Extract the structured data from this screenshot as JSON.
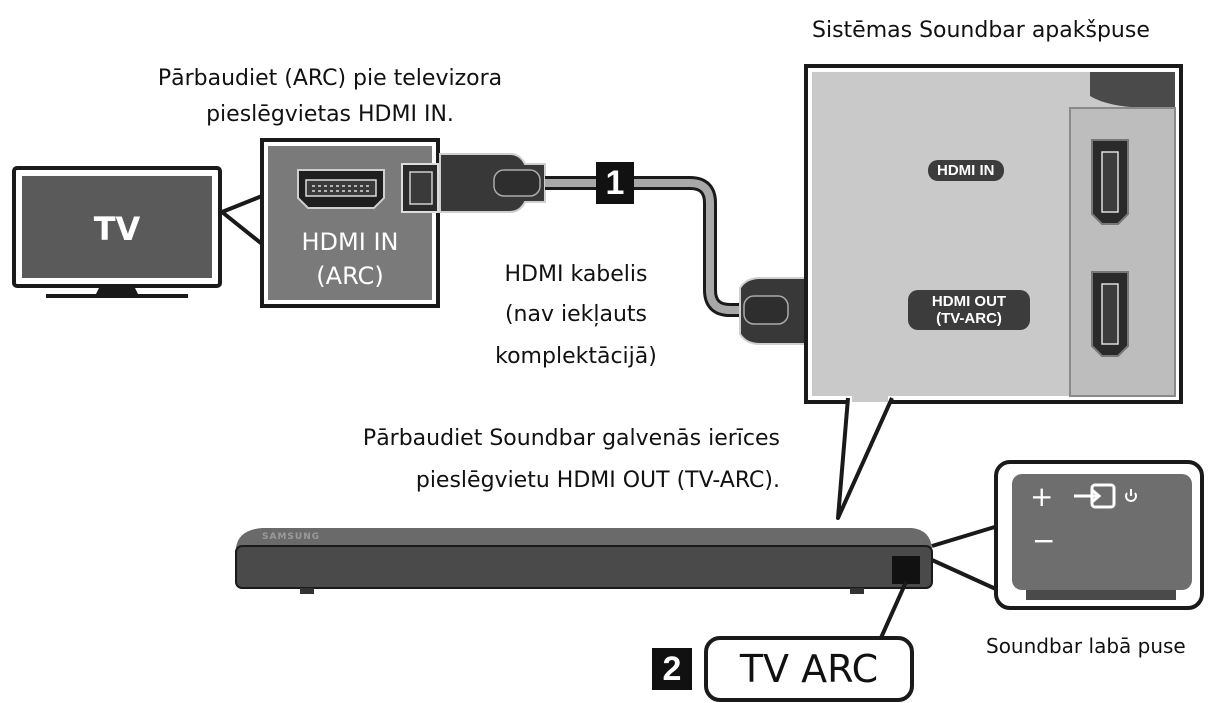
{
  "labels": {
    "tv_port_instruction_line1": "Pārbaudiet (ARC) pie televizora",
    "tv_port_instruction_line2": "pieslēgvietas HDMI IN.",
    "soundbar_bottom_title": "Sistēmas Soundbar apakšpuse",
    "tv_label": "TV",
    "tv_port_line1": "HDMI IN",
    "tv_port_line2": "(ARC)",
    "cable_line1": "HDMI kabelis",
    "cable_line2": "(nav iekļauts",
    "cable_line3": "komplektācijā)",
    "soundbar_port_in": "HDMI IN",
    "soundbar_port_out_line1": "HDMI OUT",
    "soundbar_port_out_line2": "(TV-ARC)",
    "soundbar_instruction_line1": "Pārbaudiet Soundbar galvenās ierīces",
    "soundbar_instruction_line2": "pieslēgvietu HDMI OUT (TV-ARC).",
    "soundbar_brand": "SAMSUNG",
    "step1": "1",
    "step2": "2",
    "tv_arc": "TV ARC",
    "soundbar_right_side": "Soundbar labā puse",
    "plus_symbol": "+",
    "minus_symbol": "−"
  },
  "colors": {
    "ink": "#111111",
    "panel_gray": "#cfcfcf",
    "port_dark": "#2d2d2d",
    "soundbar_body": "#4a4a4a",
    "cable_gray": "#9a9a9a"
  }
}
